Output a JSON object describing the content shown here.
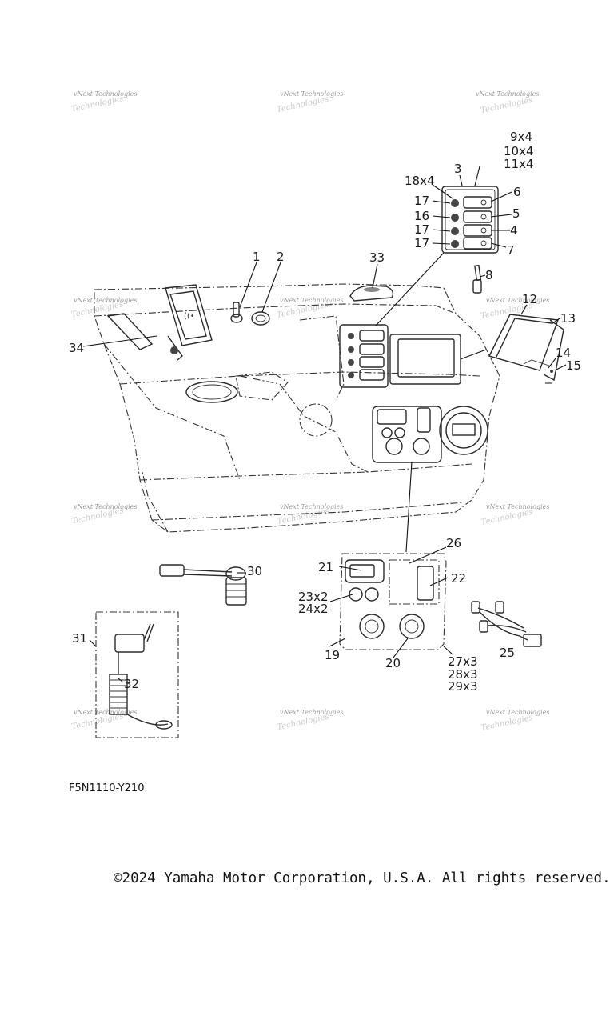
{
  "watermark": {
    "line1": "vNext Technologies"
  },
  "callouts": [
    {
      "id": "c1",
      "text": "1"
    },
    {
      "id": "c2",
      "text": "2"
    },
    {
      "id": "c3",
      "text": "3"
    },
    {
      "id": "c4",
      "text": "4"
    },
    {
      "id": "c5",
      "text": "5"
    },
    {
      "id": "c6",
      "text": "6"
    },
    {
      "id": "c7",
      "text": "7"
    },
    {
      "id": "c8",
      "text": "8"
    },
    {
      "id": "c9",
      "text": "9x4"
    },
    {
      "id": "c10",
      "text": "10x4"
    },
    {
      "id": "c11",
      "text": "11x4"
    },
    {
      "id": "c12",
      "text": "12"
    },
    {
      "id": "c13",
      "text": "13"
    },
    {
      "id": "c14",
      "text": "14"
    },
    {
      "id": "c15",
      "text": "15"
    },
    {
      "id": "c16",
      "text": "16"
    },
    {
      "id": "c17a",
      "text": "17"
    },
    {
      "id": "c17b",
      "text": "17"
    },
    {
      "id": "c17c",
      "text": "17"
    },
    {
      "id": "c18",
      "text": "18x4"
    },
    {
      "id": "c19",
      "text": "19"
    },
    {
      "id": "c20",
      "text": "20"
    },
    {
      "id": "c21",
      "text": "21"
    },
    {
      "id": "c22",
      "text": "22"
    },
    {
      "id": "c23",
      "text": "23x2"
    },
    {
      "id": "c24",
      "text": "24x2"
    },
    {
      "id": "c25",
      "text": "25"
    },
    {
      "id": "c26",
      "text": "26"
    },
    {
      "id": "c27",
      "text": "27x3"
    },
    {
      "id": "c28",
      "text": "28x3"
    },
    {
      "id": "c29",
      "text": "29x3"
    },
    {
      "id": "c30",
      "text": "30"
    },
    {
      "id": "c31",
      "text": "31"
    },
    {
      "id": "c32",
      "text": "32"
    },
    {
      "id": "c33",
      "text": "33"
    },
    {
      "id": "c34",
      "text": "34"
    }
  ],
  "diagram_code": "F5N1110-Y210",
  "copyright": "©2024 Yamaha Motor Corporation, U.S.A. All rights reserved."
}
